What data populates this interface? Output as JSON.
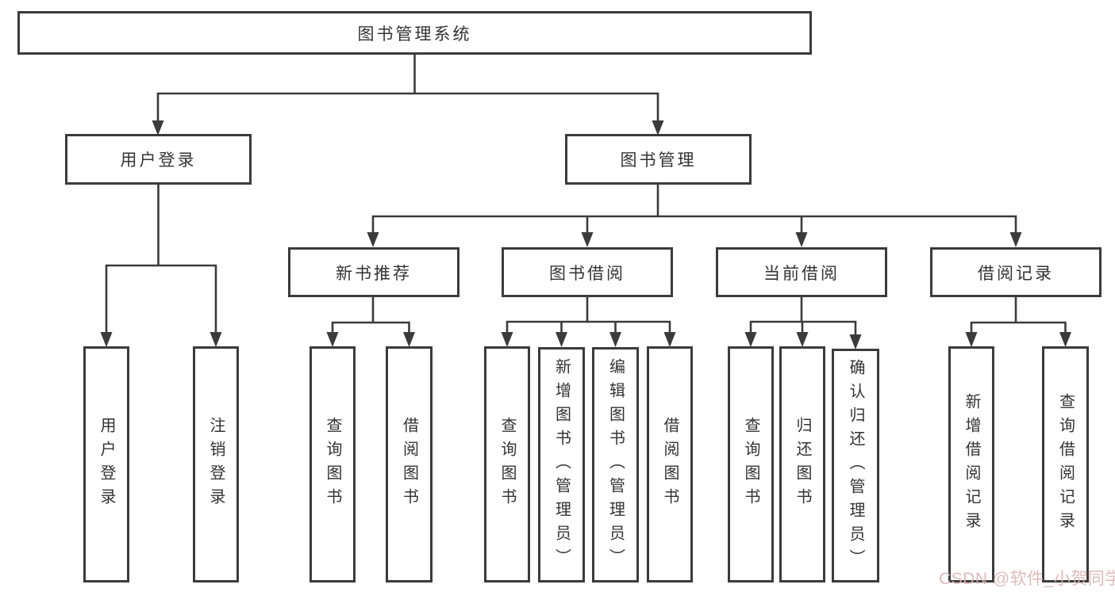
{
  "title": "图书管理系统",
  "watermark": "CSDN @软件_小贺同学",
  "colors": {
    "line": "#3b3b3b",
    "box_border": "#3b3b3b",
    "text": "#333333",
    "background": "#ffffff",
    "watermark": "#dbb2b2"
  },
  "tree": {
    "root": {
      "label": "图书管理系统"
    },
    "branches": [
      {
        "label": "用户登录",
        "children": [
          {
            "label": "用户登录"
          },
          {
            "label": "注销登录"
          }
        ]
      },
      {
        "label": "图书管理",
        "children": [
          {
            "label": "新书推荐",
            "children": [
              {
                "label": "查询图书"
              },
              {
                "label": "借阅图书"
              }
            ]
          },
          {
            "label": "图书借阅",
            "children": [
              {
                "label": "查询图书"
              },
              {
                "label": "新增图书（管理员）"
              },
              {
                "label": "编辑图书（管理员）"
              },
              {
                "label": "借阅图书"
              }
            ]
          },
          {
            "label": "当前借阅",
            "children": [
              {
                "label": "查询图书"
              },
              {
                "label": "归还图书"
              },
              {
                "label": "确认归还（管理员）"
              }
            ]
          },
          {
            "label": "借阅记录",
            "children": [
              {
                "label": "新增借阅记录"
              },
              {
                "label": "查询借阅记录"
              }
            ]
          }
        ]
      }
    ]
  }
}
